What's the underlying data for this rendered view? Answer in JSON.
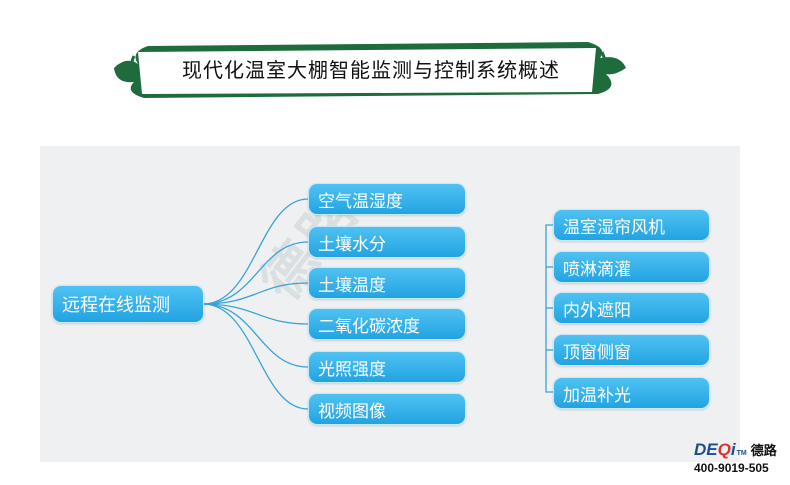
{
  "title": "现代化温室大棚智能监测与控制系统概述",
  "root": "远程在线监测",
  "monitor_items": [
    "空气温湿度",
    "土壤水分",
    "土壤温度",
    "二氧化碳浓度",
    "光照强度",
    "视频图像"
  ],
  "control_items": [
    "温室湿帘风机",
    "喷淋滴灌",
    "内外遮阳",
    "顶窗侧窗",
    "加温补光"
  ],
  "watermark": "德路",
  "logo": {
    "brand_prefix": "DE",
    "brand_dot": "Q",
    "brand_suffix": "i",
    "tm": "TM",
    "cn": "德路",
    "phone": "400-9019-505"
  },
  "colors": {
    "node": "#2aa8e6",
    "banner": "#1e6b3c",
    "link": "#3aa3d8"
  }
}
